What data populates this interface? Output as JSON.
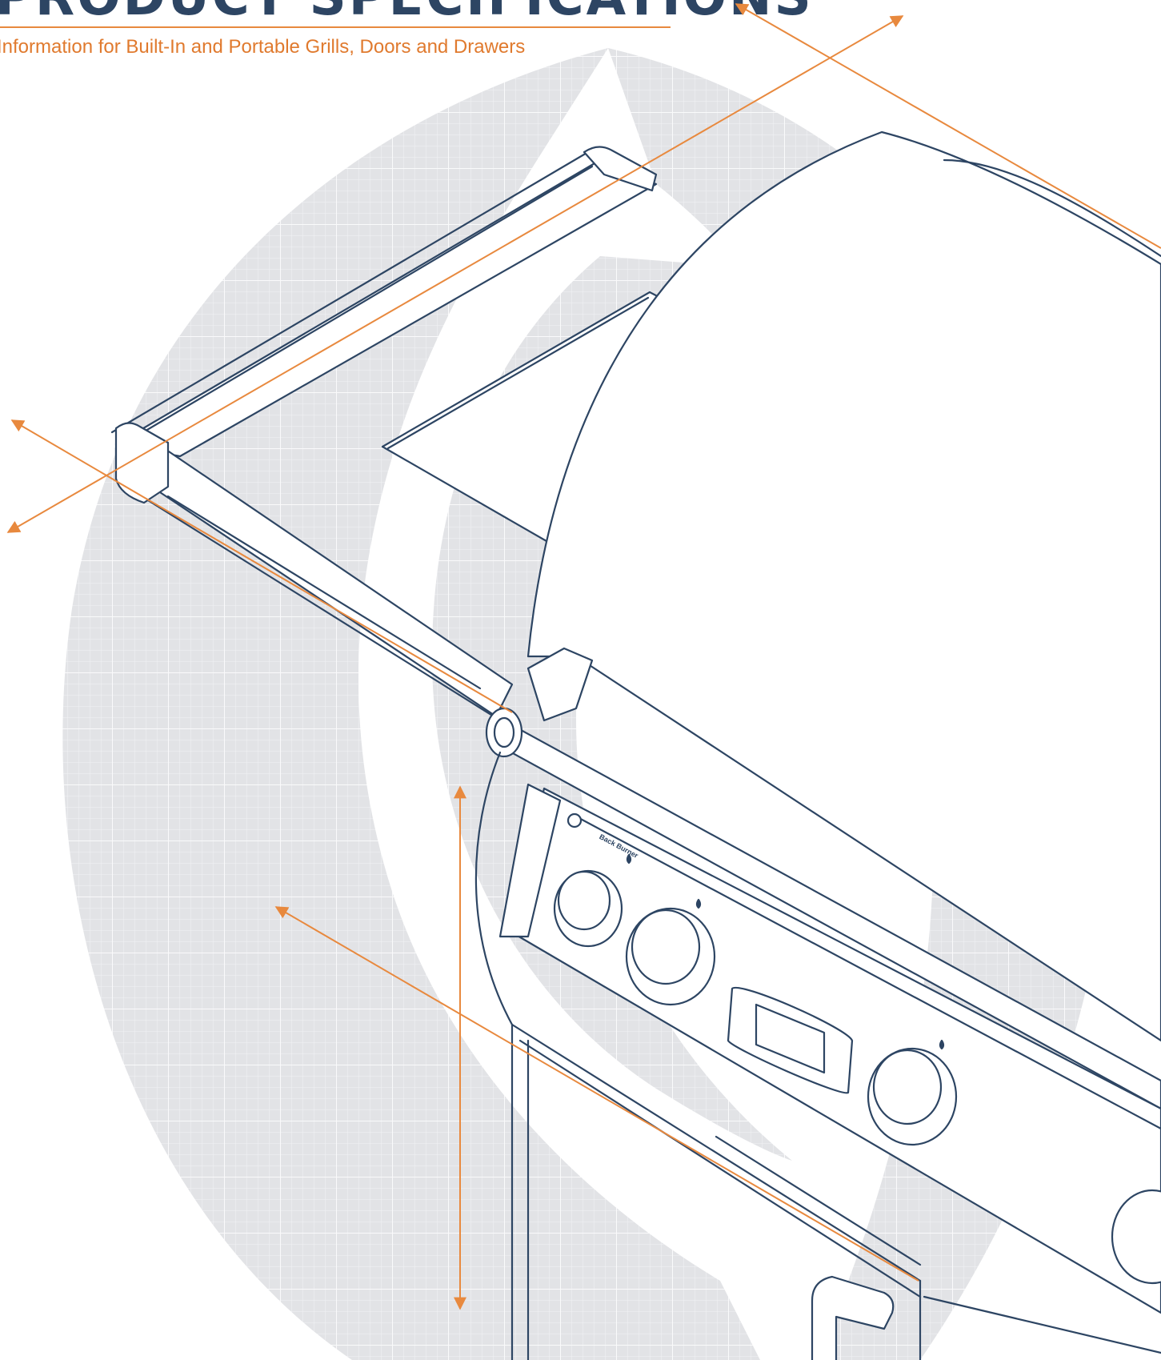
{
  "header": {
    "title": "PRODUCT SPECIFICATIONS",
    "subtitle": "Information for Built-In and Portable Grills, Doors and Drawers"
  },
  "colors": {
    "accent_orange": "#e8893e",
    "line_navy": "#2d4563",
    "grid_gray": "#e2e3e6"
  },
  "illustration": {
    "subject": "isometric line drawing of a gas grill with dimension arrows",
    "panel_label": "Back Burner"
  },
  "icons": [
    "grill-illustration",
    "dimension-arrow-icon",
    "control-knob-icon",
    "digital-display-icon",
    "flame-icon"
  ]
}
